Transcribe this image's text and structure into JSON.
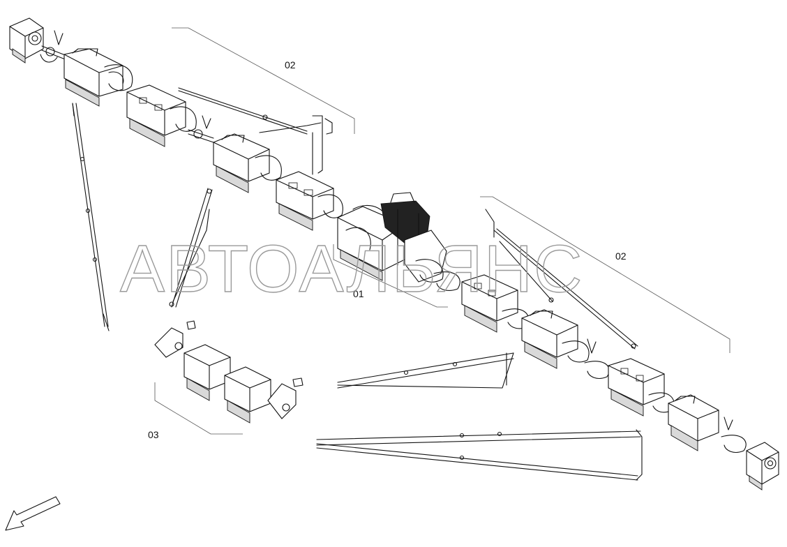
{
  "watermark": {
    "text": "АВТОАЛЬЯНС"
  },
  "callouts": {
    "top_group": "02",
    "right_group": "02",
    "center_unit": "01",
    "left_group": "03"
  },
  "icons": {
    "direction_arrow": "arrow-down-left-icon"
  },
  "colors": {
    "line": "#111111",
    "watermark": "#9a9a9a",
    "background": "#ffffff"
  }
}
